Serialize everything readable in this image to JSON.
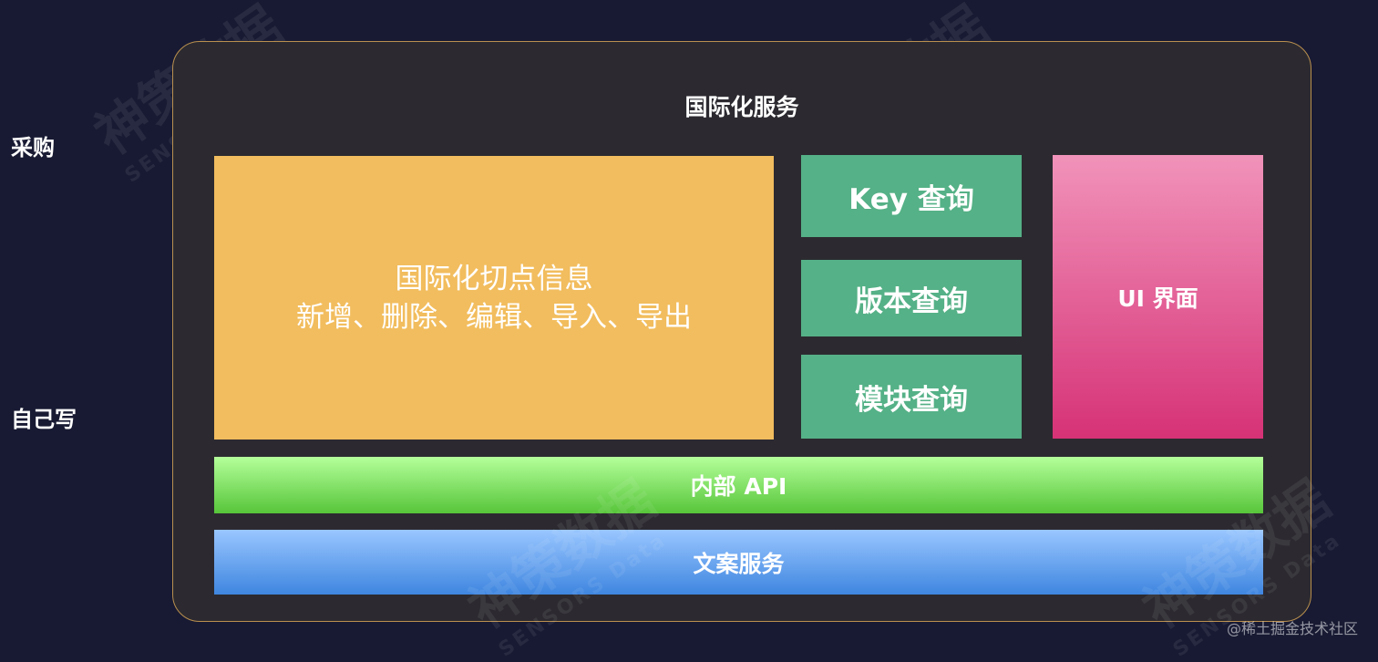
{
  "side_labels": {
    "caigou": "采购",
    "zijixie": "自己写"
  },
  "frame": {
    "title": "国际化服务"
  },
  "blocks": {
    "cut_info_line1": "国际化切点信息",
    "cut_info_line2": "新增、删除、编辑、导入、导出",
    "key_query": "Key 查询",
    "version_query": "版本查询",
    "module_query": "模块查询",
    "ui": "UI 界面",
    "internal_api": "内部 API",
    "copy_service": "文案服务"
  },
  "watermark": {
    "brand": "神策数据",
    "brand_en": "SENSORS Data"
  },
  "credit": "@稀土掘金技术社区",
  "colors": {
    "background": "#181a33",
    "frame": "#2c2a30",
    "frame_border": "#b98f4e",
    "yellow": "#f2bd5e",
    "green": "#55b187",
    "pink": "#d63276",
    "api_green": "#57c53a",
    "blue": "#3f86e0"
  }
}
